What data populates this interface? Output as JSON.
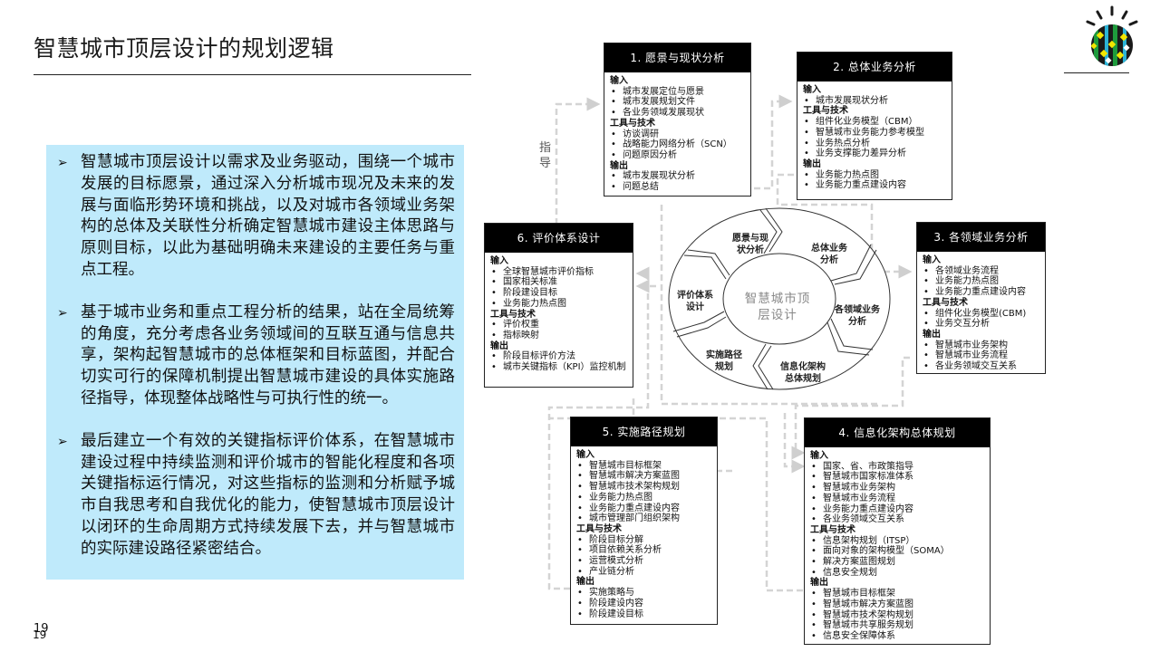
{
  "page": {
    "title": "智慧城市顶层设计的规划逻辑",
    "page_number": "19",
    "page_number_shadow": "19"
  },
  "logo": {
    "name": "smarter-city-logo",
    "colors": [
      "#1a1a1a",
      "#f3e600",
      "#1e9b3c",
      "#2bb3d6"
    ]
  },
  "info_panel": {
    "background": "#bfeafb",
    "bullet": "➢",
    "paragraphs": [
      "智慧城市顶层设计以需求及业务驱动，围绕一个城市发展的目标愿景，通过深入分析城市现况及未来的发展与面临形势环境和挑战，以及对城市各领域业务架构的总体及关联性分析确定智慧城市建设主体思路与原则目标，以此为基础明确未来建设的主要任务与重点工程。",
      "基于城市业务和重点工程分析的结果，站在全局统筹的角度，充分考虑各业务领域间的互联互通与信息共享，架构起智慧城市的总体框架和目标蓝图，并配合切实可行的保障机制提出智慧城市建设的具体实施路径指导，体现整体战略性与可执行性的统一。",
      "最后建立一个有效的关键指标评价体系，在智慧城市建设过程中持续监测和评价城市的智能化程度和各项关键指标运行情况，对这些指标的监测和分析赋予城市自我思考和自我优化的能力，使智慧城市顶层设计以闭环的生命周期方式持续发展下去，并与智慧城市的实际建设路径紧密结合。"
    ]
  },
  "diagram": {
    "guide_label": "指导",
    "center_label": "智慧城市顶层设计",
    "cycle_segments": [
      "愿景与现状分析",
      "总体业务分析",
      "各领域业务分析",
      "信息化架构总体规划",
      "实施路径规划",
      "评价体系设计"
    ],
    "cycle_segment_lines": [
      [
        "愿景与现",
        "状分析"
      ],
      [
        "总体业务",
        "分析"
      ],
      [
        "各领域业务",
        "分析"
      ],
      [
        "信息化架构",
        "总体规划"
      ],
      [
        "实施路径",
        "规划"
      ],
      [
        "评价体系",
        "设计"
      ]
    ],
    "section_labels": {
      "input": "输入",
      "tools": "工具与技术",
      "output": "输出"
    },
    "boxes": [
      {
        "title": "1.  愿景与现状分析",
        "input": [
          "城市发展定位与愿景",
          "城市发展规划文件",
          "各业务领域发展现状"
        ],
        "tools": [
          "访谈调研",
          "战略能力网络分析（SCN）",
          "问题原因分析"
        ],
        "output": [
          "城市发展现状分析",
          "问题总结"
        ]
      },
      {
        "title": "2.  总体业务分析",
        "input": [
          "城市发展现状分析"
        ],
        "tools": [
          "组件化业务模型（CBM）",
          "智慧城市业务能力参考模型",
          "业务热点分析",
          "业务支撑能力差异分析"
        ],
        "output": [
          "业务能力热点图",
          "业务能力重点建设内容"
        ]
      },
      {
        "title": "3.  各领域业务分析",
        "input": [
          "各领域业务流程",
          "业务能力热点图",
          "业务能力重点建设内容"
        ],
        "tools": [
          "组件化业务模型(CBM)",
          "业务交互分析"
        ],
        "output": [
          "智慧城市业务架构",
          "智慧城市业务流程",
          "各业务领域交互关系"
        ]
      },
      {
        "title": "4.  信息化架构总体规划",
        "input": [
          "国家、省、市政策指导",
          "智慧城市国家标准体系",
          "智慧城市业务架构",
          "智慧城市业务流程",
          "业务能力重点建设内容",
          "各业务领域交互关系"
        ],
        "tools": [
          "信息架构规划（ITSP）",
          "面向对象的架构模型（SOMA）",
          "解决方案蓝图规划",
          "信息安全规划"
        ],
        "output": [
          "智慧城市目标框架",
          "智慧城市解决方案蓝图",
          "智慧城市技术架构规划",
          "智慧城市共享服务规划",
          "信息安全保障体系"
        ]
      },
      {
        "title": "5.  实施路径规划",
        "input": [
          "智慧城市目标框架",
          "智慧城市解决方案蓝图",
          "智慧城市技术架构规划",
          "业务能力热点图",
          "业务能力重点建设内容",
          "城市管理部门组织架构"
        ],
        "tools": [
          "阶段目标分解",
          "项目依赖关系分析",
          "运营模式分析",
          "产业链分析"
        ],
        "output": [
          "实施策略与",
          "阶段建设内容",
          "阶段建设目标"
        ]
      },
      {
        "title": "6.  评价体系设计",
        "input": [
          "全球智慧城市评价指标",
          "国家相关标准",
          "阶段建设目标",
          "业务能力热点图"
        ],
        "tools": [
          "评价权重",
          "指标映射"
        ],
        "output": [
          "阶段目标评价方法",
          "城市关键指标（KPI）监控机制"
        ]
      }
    ]
  }
}
